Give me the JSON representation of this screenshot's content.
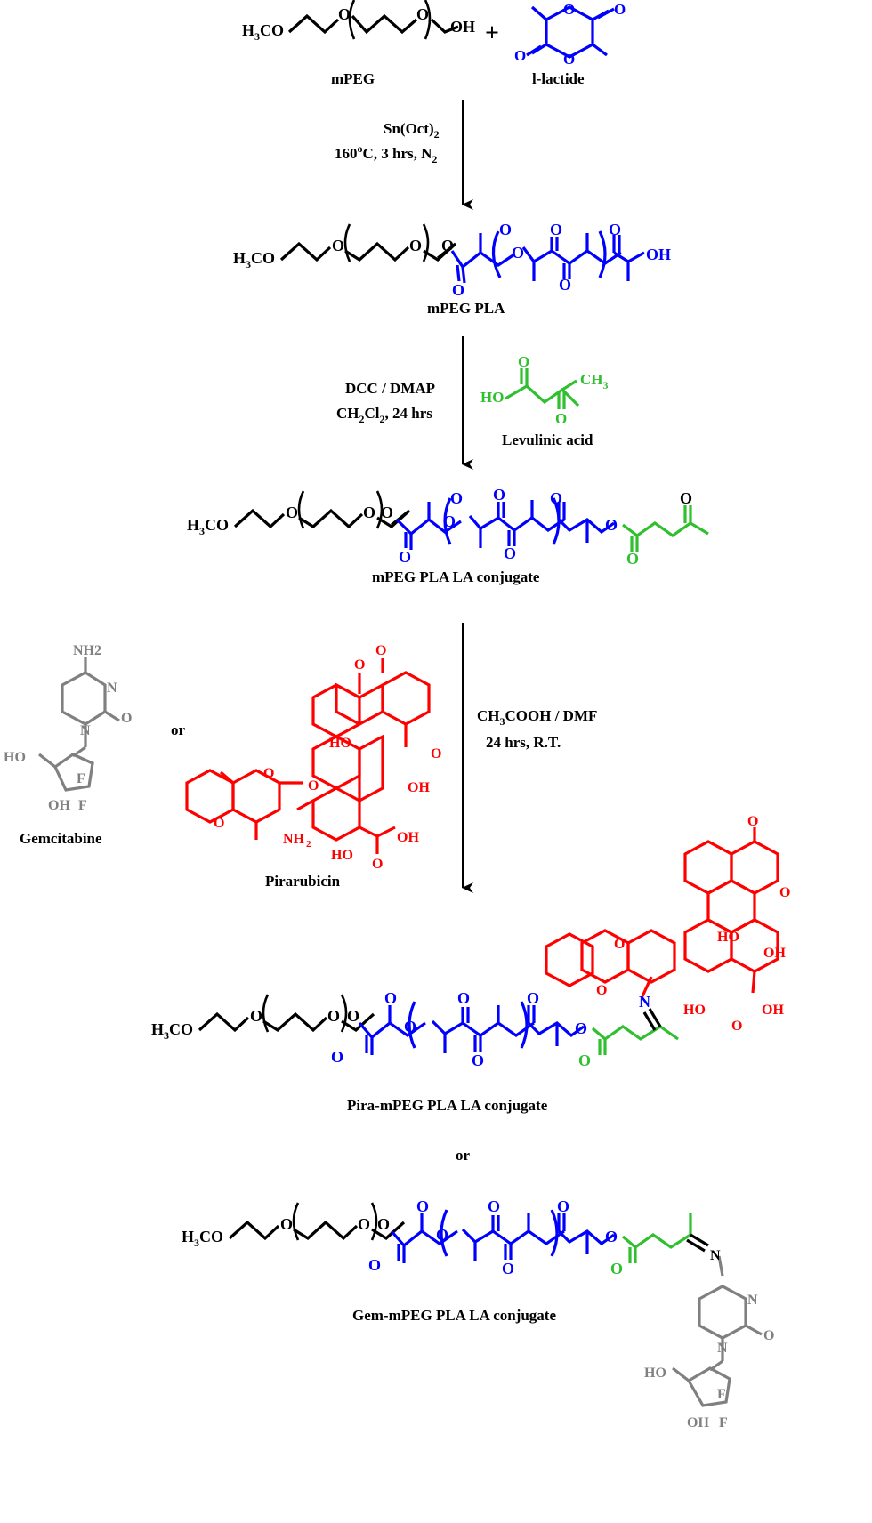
{
  "compounds": {
    "mpeg": "mPEG",
    "lactide": "l-lactide",
    "mpeg_pla": "mPEG PLA",
    "levulinic": "Levulinic acid",
    "conjugate": "mPEG PLA LA conjugate",
    "gemcitabine": "Gemcitabine",
    "pirarubicin": "Pirarubicin",
    "pira_conj": "Pira-mPEG PLA LA conjugate",
    "gem_conj": "Gem-mPEG PLA LA conjugate"
  },
  "plus": "+",
  "or_left": "or",
  "or_bottom": "or",
  "steps": [
    {
      "line1": "Sn(Oct)",
      "line1_sub": "2",
      "line2": "160",
      "line2_sup": "o",
      "line2_rest": "C, 3 hrs, N",
      "line2_sub": "2"
    },
    {
      "line1": "DCC / DMAP",
      "line2": "CH",
      "line2_sub1": "2",
      "line2_mid": "Cl",
      "line2_sub2": "2",
      "line2_rest": ", 24 hrs"
    },
    {
      "line1a": "CH",
      "line1_sub": "3",
      "line1b": "COOH / DMF",
      "line2": "24 hrs, R.T."
    }
  ],
  "atoms": {
    "h3co": "H",
    "h3co_sub": "3",
    "h3co_rest": "CO",
    "O": "O",
    "OH": "OH",
    "HO": "HO",
    "N": "N",
    "F": "F",
    "NH2_gem": "NH2",
    "NH": "NH",
    "NH_sub": "2",
    "CH3": "CH",
    "CH3_sub": "3"
  },
  "colors": {
    "peg": "#000000",
    "lactide": "#0000ff",
    "levulinic": "#2fbf2f",
    "pirarubicin": "#ff0000",
    "gemcitabine": "#808080"
  }
}
